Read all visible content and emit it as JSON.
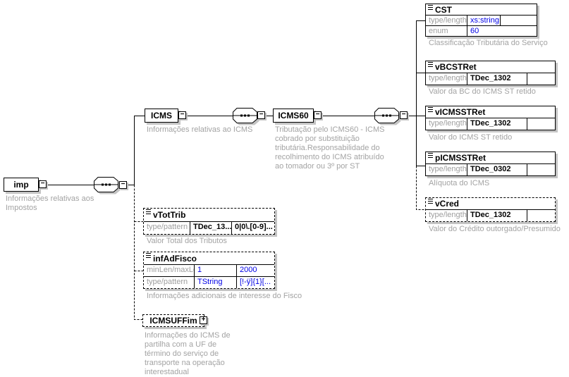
{
  "icons": {
    "collapse": "−",
    "expand": "+"
  },
  "colors": {
    "line": "#000000",
    "box_border": "#000000",
    "shadow": "#c4c4c4",
    "annotation_text": "#a3a3a3",
    "facet_label_text": "#9e9e9e",
    "facet_value_blue": "#0000e6"
  },
  "elements": {
    "imp": {
      "name": "imp",
      "annotation": "Informações relativas aos Impostos"
    },
    "ICMS": {
      "name": "ICMS",
      "annotation": "Informações relativas ao ICMS"
    },
    "ICMS60": {
      "name": "ICMS60",
      "annotation": "Tributação pelo ICMS60 - ICMS cobrado por substituição tributária.Responsabilidade do recolhimento do ICMS atribuído ao tomador ou 3º por ST"
    },
    "CST": {
      "name": "CST",
      "rows": [
        [
          "type/length",
          "xs:string",
          ""
        ],
        [
          "enum",
          "60"
        ]
      ],
      "annotation": "Classificação Tributária do Serviço"
    },
    "vBCSTRet": {
      "name": "vBCSTRet",
      "rows": [
        [
          "type/length",
          "TDec_1302",
          ""
        ]
      ],
      "annotation": "Valor da BC do ICMS ST retido"
    },
    "vICMSSTRet": {
      "name": "vICMSSTRet",
      "rows": [
        [
          "type/length",
          "TDec_1302",
          ""
        ]
      ],
      "annotation": "Valor do ICMS ST retido"
    },
    "pICMSSTRet": {
      "name": "pICMSSTRet",
      "rows": [
        [
          "type/length",
          "TDec_0302",
          ""
        ]
      ],
      "annotation": "Alíquota do ICMS"
    },
    "vCred": {
      "name": "vCred",
      "rows": [
        [
          "type/length",
          "TDec_1302",
          ""
        ]
      ],
      "annotation": "Valor do Crédito outorgado/Presumido"
    },
    "vTotTrib": {
      "name": "vTotTrib",
      "rows": [
        [
          "type/pattern",
          "TDec_13...",
          "0|0\\.[0-9]..."
        ]
      ],
      "annotation": "Valor Total dos Tributos"
    },
    "infAdFisco": {
      "name": "infAdFisco",
      "rows": [
        [
          "minLen/maxLen",
          "1",
          "2000"
        ],
        [
          "type/pattern",
          "TString",
          "[!-ÿ]{1}[..."
        ]
      ],
      "annotation": "Informações adicionais de interesse do Fisco"
    },
    "ICMSUFFim": {
      "name": "ICMSUFFim",
      "annotation": "Informações do ICMS de partilha com a UF de término do serviço de transporte na operação interestadual"
    }
  }
}
